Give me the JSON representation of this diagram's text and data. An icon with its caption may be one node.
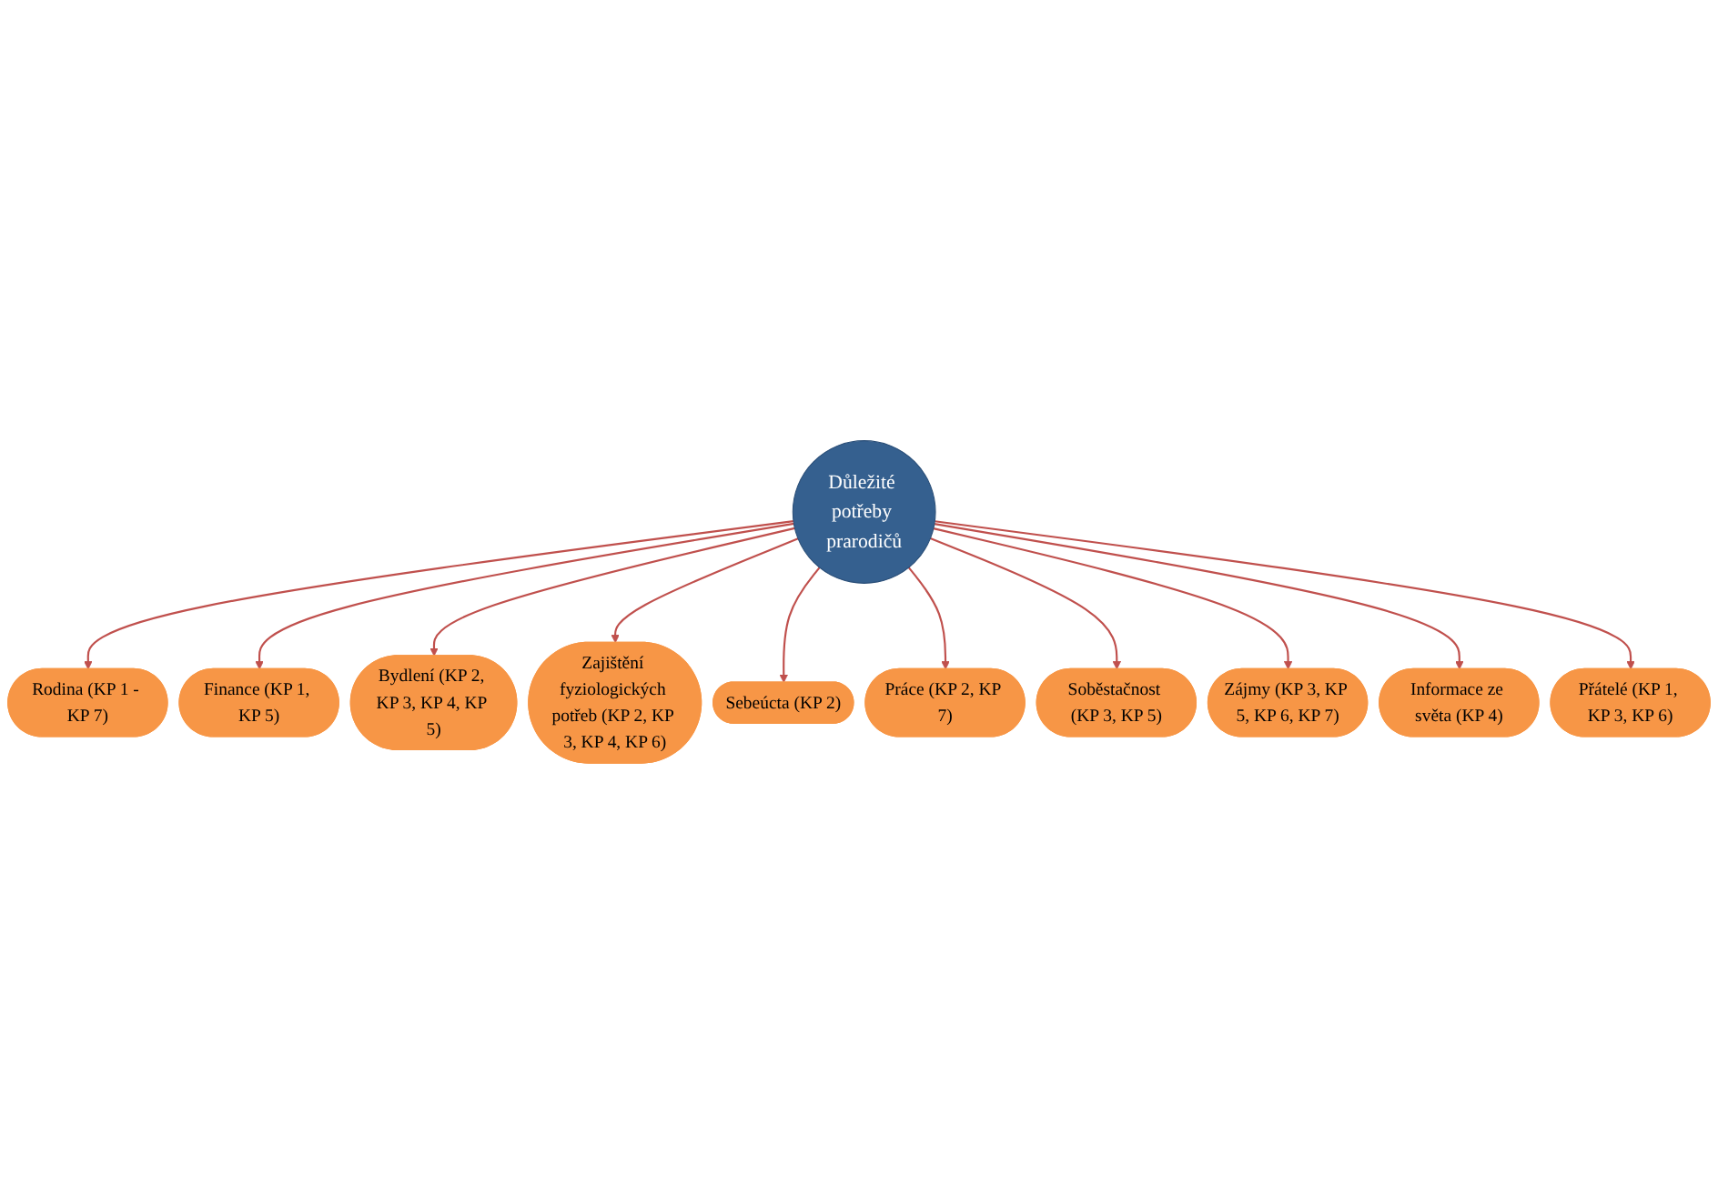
{
  "diagram": {
    "nodes": [
      {
        "text": [
          "Důležité potřeby prarodičů"
        ]
      },
      {
        "text": [
          "Rodina (KP 1 - KP 7)"
        ]
      },
      {
        "text": [
          "Finance (KP 1, KP 5)"
        ]
      },
      {
        "text": [
          "Bydlení (KP 2, KP 3, KP 4, KP 5)"
        ]
      },
      {
        "text": [
          "Zajištění fyziologických potřeb (KP 2, KP 3, KP 4, KP 6)"
        ]
      },
      {
        "text": [
          "Sebeúcta (KP 2)"
        ]
      },
      {
        "text": [
          "Práce (KP 2, KP 7)"
        ]
      },
      {
        "text": [
          "Soběstačnost (KP 3, KP 5)"
        ]
      },
      {
        "text": [
          "Zájmy (KP 3, KP 5, KP 6, KP 7)"
        ]
      },
      {
        "text": [
          "Informace ze světa (KP 4)"
        ]
      },
      {
        "text": [
          "Přátelé (KP 1, KP 3, KP 6)"
        ]
      }
    ],
    "edges": [
      {
        "from": 0,
        "to": 1,
        "arrow": "to"
      },
      {
        "from": 0,
        "to": 2,
        "arrow": "to"
      },
      {
        "from": 0,
        "to": 3,
        "arrow": "to"
      },
      {
        "from": 0,
        "to": 4,
        "arrow": "to"
      },
      {
        "from": 0,
        "to": 5,
        "arrow": "to"
      },
      {
        "from": 0,
        "to": 6,
        "arrow": "to"
      },
      {
        "from": 0,
        "to": 7,
        "arrow": "to"
      },
      {
        "from": 0,
        "to": 8,
        "arrow": "to"
      },
      {
        "from": 0,
        "to": 9,
        "arrow": "to"
      },
      {
        "from": 0,
        "to": 10,
        "arrow": "to"
      }
    ]
  }
}
